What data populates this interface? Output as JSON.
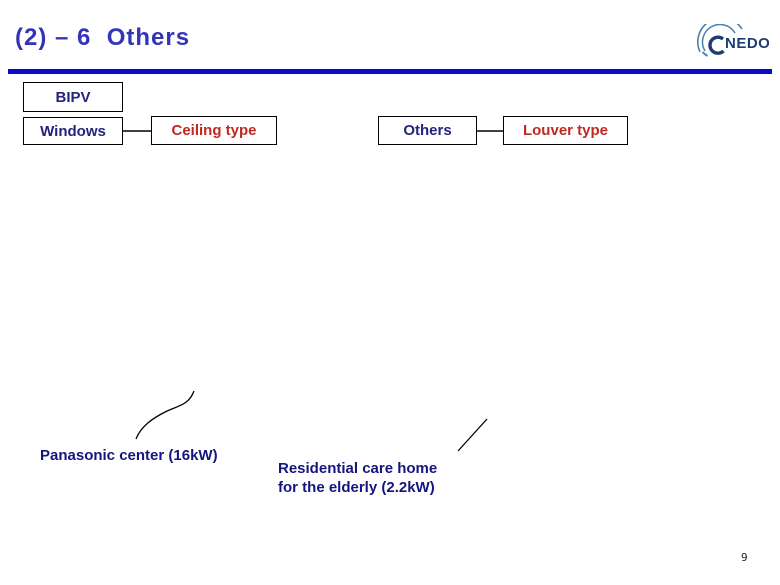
{
  "slide": {
    "title": "(2) – 6  Others",
    "page_number": "9"
  },
  "logo": {
    "text": "NEDO"
  },
  "diagram": {
    "bipv_label": "BIPV",
    "windows_label": "Windows",
    "ceiling_label": "Ceiling type",
    "others_label": "Others",
    "louver_label": "Louver type"
  },
  "captions": {
    "panasonic": "Panasonic center (16kW)",
    "residential_line1": "Residential care home",
    "residential_line2": "for the elderly (2.2kW)"
  },
  "colors": {
    "title_blue": "#3434b8",
    "divider_blue": "#0a0acd",
    "label_navy": "#24247e",
    "label_red": "#c02920",
    "caption_navy": "#15157f",
    "logo_navy": "#1c3d73",
    "logo_arc_blue": "#4a7fae"
  }
}
